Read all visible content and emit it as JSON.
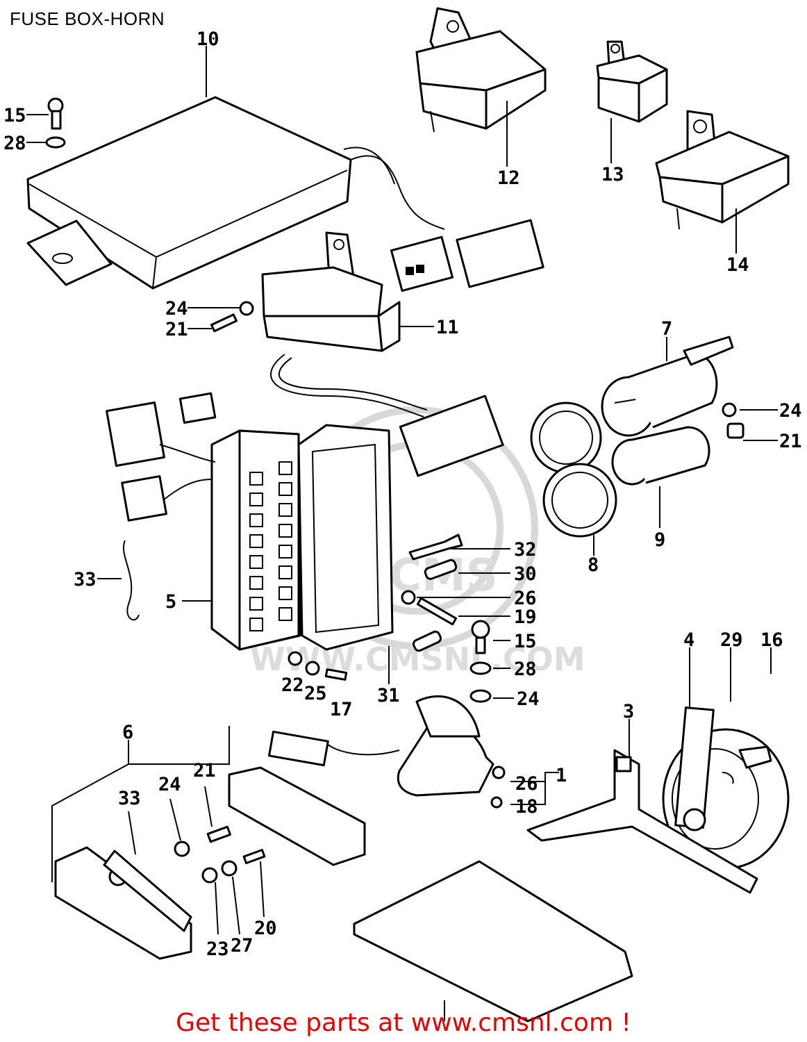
{
  "title": "FUSE BOX-HORN",
  "watermark": {
    "letters": "CMS",
    "site": "WWW.CMSNL.COM"
  },
  "callouts": [
    {
      "id": "c10",
      "text": "10"
    },
    {
      "id": "c12",
      "text": "12"
    },
    {
      "id": "c13",
      "text": "13"
    },
    {
      "id": "c14",
      "text": "14"
    },
    {
      "id": "c15a",
      "text": "15"
    },
    {
      "id": "c28a",
      "text": "28"
    },
    {
      "id": "c24a",
      "text": "24"
    },
    {
      "id": "c21a",
      "text": "21"
    },
    {
      "id": "c11",
      "text": "11"
    },
    {
      "id": "c7",
      "text": "7"
    },
    {
      "id": "c24b",
      "text": "24"
    },
    {
      "id": "c21b",
      "text": "21"
    },
    {
      "id": "c8",
      "text": "8"
    },
    {
      "id": "c9",
      "text": "9"
    },
    {
      "id": "c32",
      "text": "32"
    },
    {
      "id": "c30",
      "text": "30"
    },
    {
      "id": "c26a",
      "text": "26"
    },
    {
      "id": "c19",
      "text": "19"
    },
    {
      "id": "c15b",
      "text": "15"
    },
    {
      "id": "c28b",
      "text": "28"
    },
    {
      "id": "c24c",
      "text": "24"
    },
    {
      "id": "c31",
      "text": "31"
    },
    {
      "id": "c33a",
      "text": "33"
    },
    {
      "id": "c5",
      "text": "5"
    },
    {
      "id": "c22",
      "text": "22"
    },
    {
      "id": "c25",
      "text": "25"
    },
    {
      "id": "c17",
      "text": "17"
    },
    {
      "id": "c4",
      "text": "4"
    },
    {
      "id": "c29",
      "text": "29"
    },
    {
      "id": "c16",
      "text": "16"
    },
    {
      "id": "c3",
      "text": "3"
    },
    {
      "id": "c1",
      "text": "1"
    },
    {
      "id": "c26b",
      "text": "26"
    },
    {
      "id": "c18",
      "text": "18"
    },
    {
      "id": "c6",
      "text": "6"
    },
    {
      "id": "c21c",
      "text": "21"
    },
    {
      "id": "c24d",
      "text": "24"
    },
    {
      "id": "c33b",
      "text": "33"
    },
    {
      "id": "c23",
      "text": "23"
    },
    {
      "id": "c27",
      "text": "27"
    },
    {
      "id": "c20",
      "text": "20"
    }
  ],
  "footer": {
    "link_text": "Get these parts at www.cmsnl.com !",
    "color": "#e60000"
  }
}
